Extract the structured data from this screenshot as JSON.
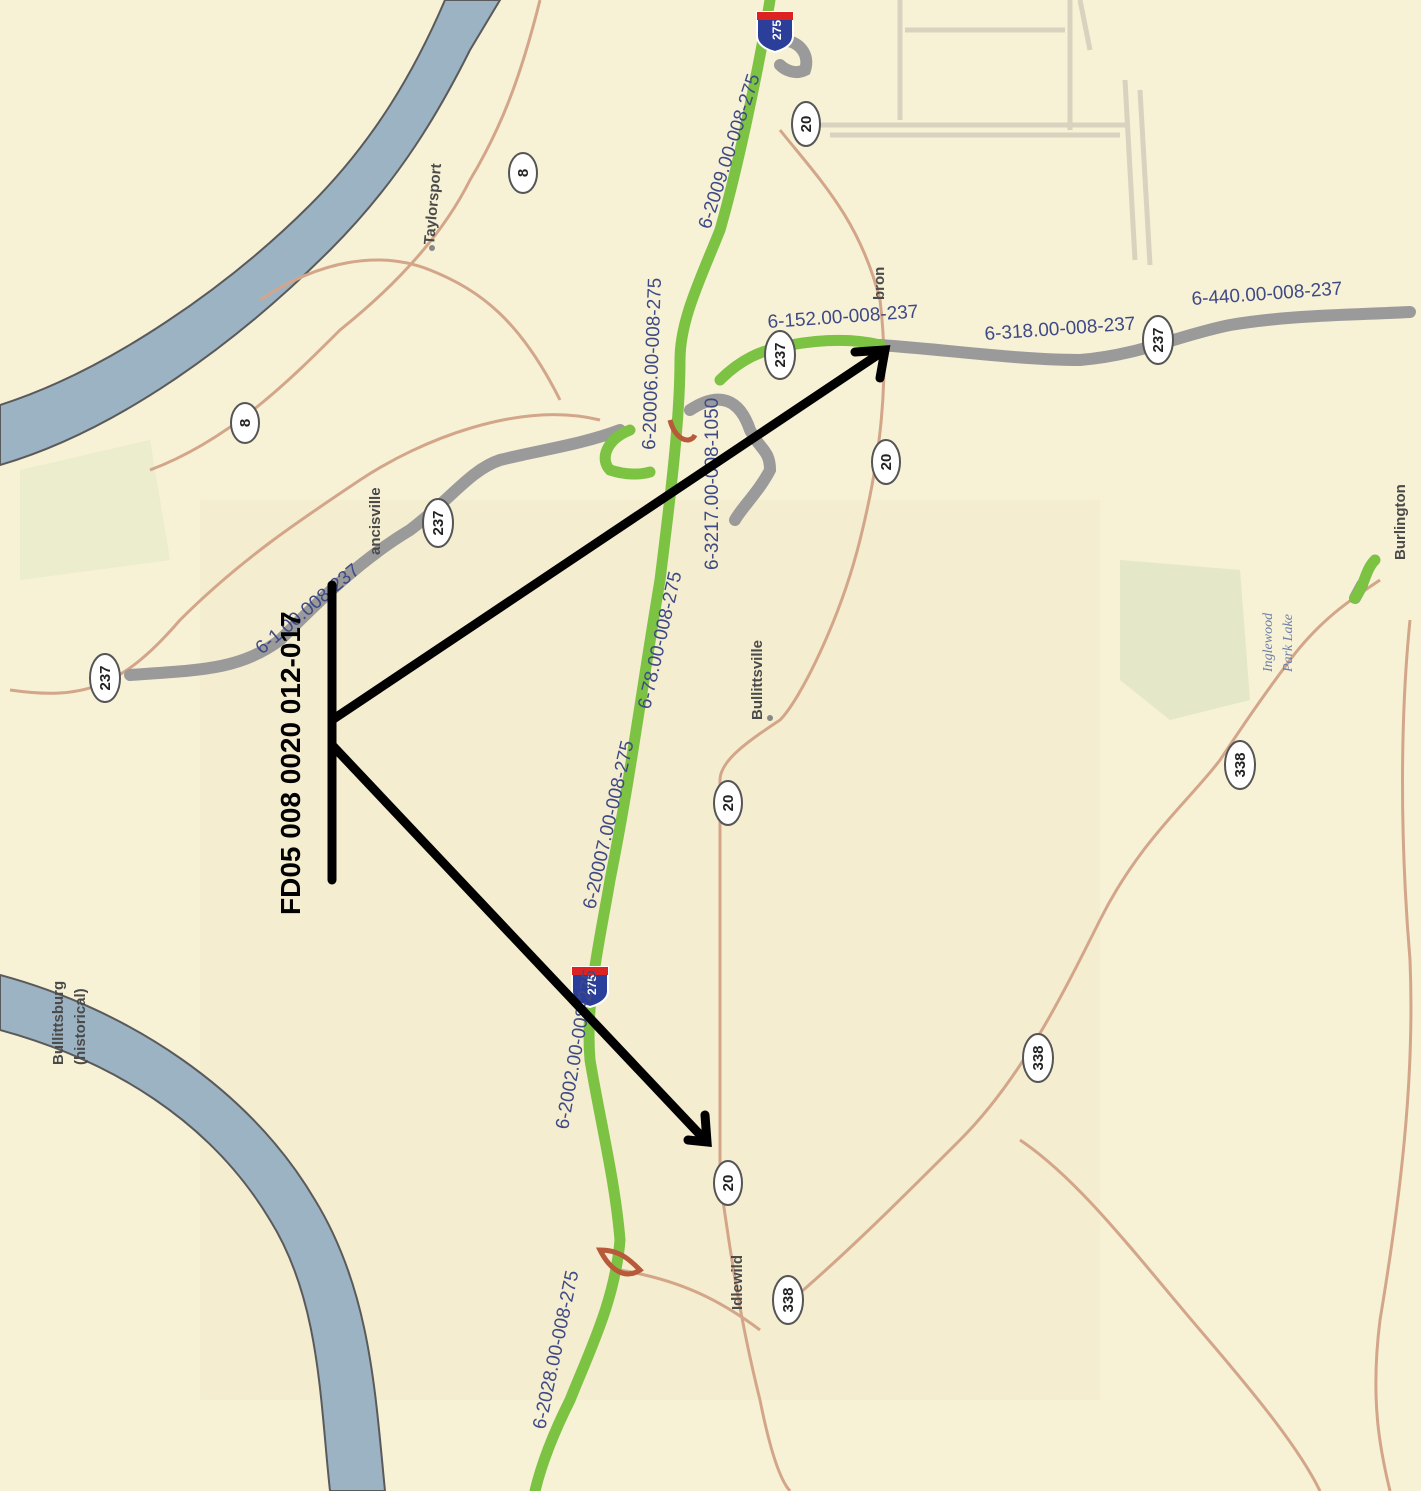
{
  "callout": {
    "label": "FD05 008 0020 012-017"
  },
  "places": {
    "taylorsport": "Taylorsport",
    "francisville": "ancisville",
    "hebron": "bron",
    "bullittsville": "Bullittsville",
    "burlington": "Burlington",
    "idlewild": "Idlewild",
    "bullittsburg_1": "Bullittsburg",
    "bullittsburg_2": "(historical)",
    "lake_1": "Inglewood",
    "lake_2": "Park Lake"
  },
  "segments": {
    "i275_2009": "6-2009.00-008-275",
    "i275_20006": "6-20006.00-008-275",
    "i275_78": "6-78.00-008-275",
    "i275_20007": "6-20007.00-008-275",
    "i275_2002": "6-2002.00-008-275",
    "i275_2028": "6-2028.00-008-275",
    "ky237_152": "6-152.00-008-237",
    "ky237_318": "6-318.00-008-237",
    "ky237_440": "6-440.00-008-237",
    "ky237_west": "6-1 00.008-237",
    "ky1050": "6-3217.00-008-1050"
  },
  "shields": {
    "i275": "275",
    "ky8": "8",
    "ky20": "20",
    "ky237": "237",
    "ky338": "338"
  },
  "colors": {
    "land": "#f7f1d6",
    "water": "#9cb3c4",
    "primary_road": "#7cc243",
    "secondary_road": "#9a9a9a",
    "minor_road": "#d3a68a",
    "arrow": "#000000"
  }
}
